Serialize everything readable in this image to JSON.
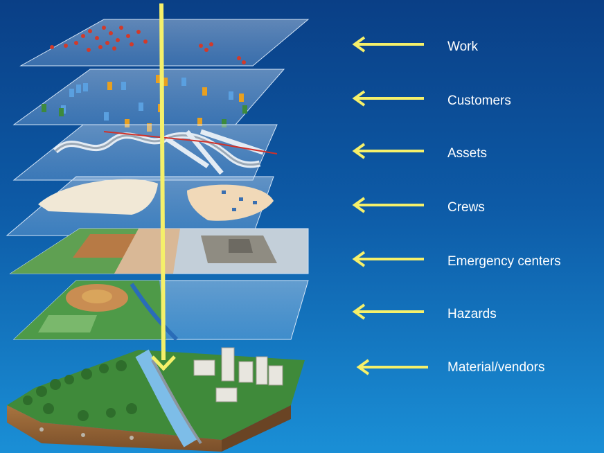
{
  "layers": [
    {
      "id": "work",
      "label": "Work"
    },
    {
      "id": "customers",
      "label": "Customers"
    },
    {
      "id": "assets",
      "label": "Assets"
    },
    {
      "id": "crews",
      "label": "Crews"
    },
    {
      "id": "emergency",
      "label": "Emergency centers"
    },
    {
      "id": "hazards",
      "label": "Hazards"
    },
    {
      "id": "material",
      "label": "Material/vendors"
    }
  ],
  "colors": {
    "background_top": "#0a3f86",
    "background_bottom": "#1a8fd6",
    "arrow": "#f5f06a",
    "label_text": "#ffffff"
  }
}
